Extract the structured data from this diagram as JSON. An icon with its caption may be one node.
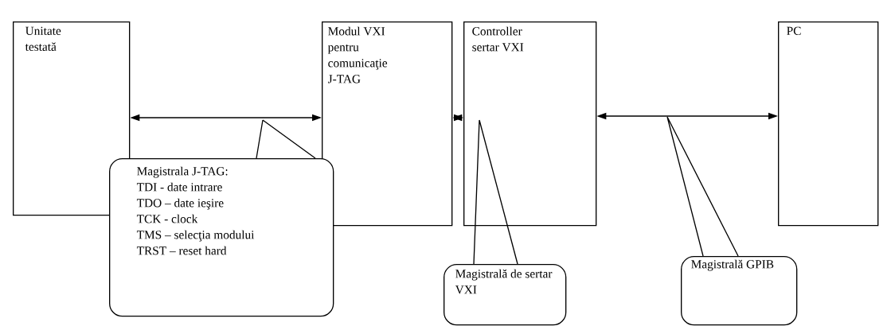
{
  "diagram": {
    "nodes": [
      {
        "text": [
          "Unitate testată"
        ]
      },
      {
        "text": [
          "Modul VXI pentru comunicaţie J-TAG"
        ]
      },
      {
        "text": [
          "Controller sertar VXI"
        ]
      },
      {
        "text": [
          "PC"
        ]
      },
      {
        "text": [
          "Magistrala J-TAG:",
          "TDI  - date intrare",
          "TDO – date ieşire",
          "TCK - clock",
          "TMS – selecţia modului",
          "TRST – reset hard"
        ]
      },
      {
        "text": [
          "Magistrală de sertar VXI"
        ]
      },
      {
        "text": [
          "Magistrală GPIB"
        ]
      }
    ],
    "edges": [
      {
        "from": 0,
        "to": 1,
        "arrow": "both"
      },
      {
        "from": 1,
        "to": 2,
        "arrow": "both"
      },
      {
        "from": 2,
        "to": 3,
        "arrow": "both"
      },
      {
        "from": 4,
        "to": null,
        "arrow": "none"
      },
      {
        "from": 5,
        "to": null,
        "arrow": "none"
      },
      {
        "from": 6,
        "to": null,
        "arrow": "none"
      }
    ]
  }
}
